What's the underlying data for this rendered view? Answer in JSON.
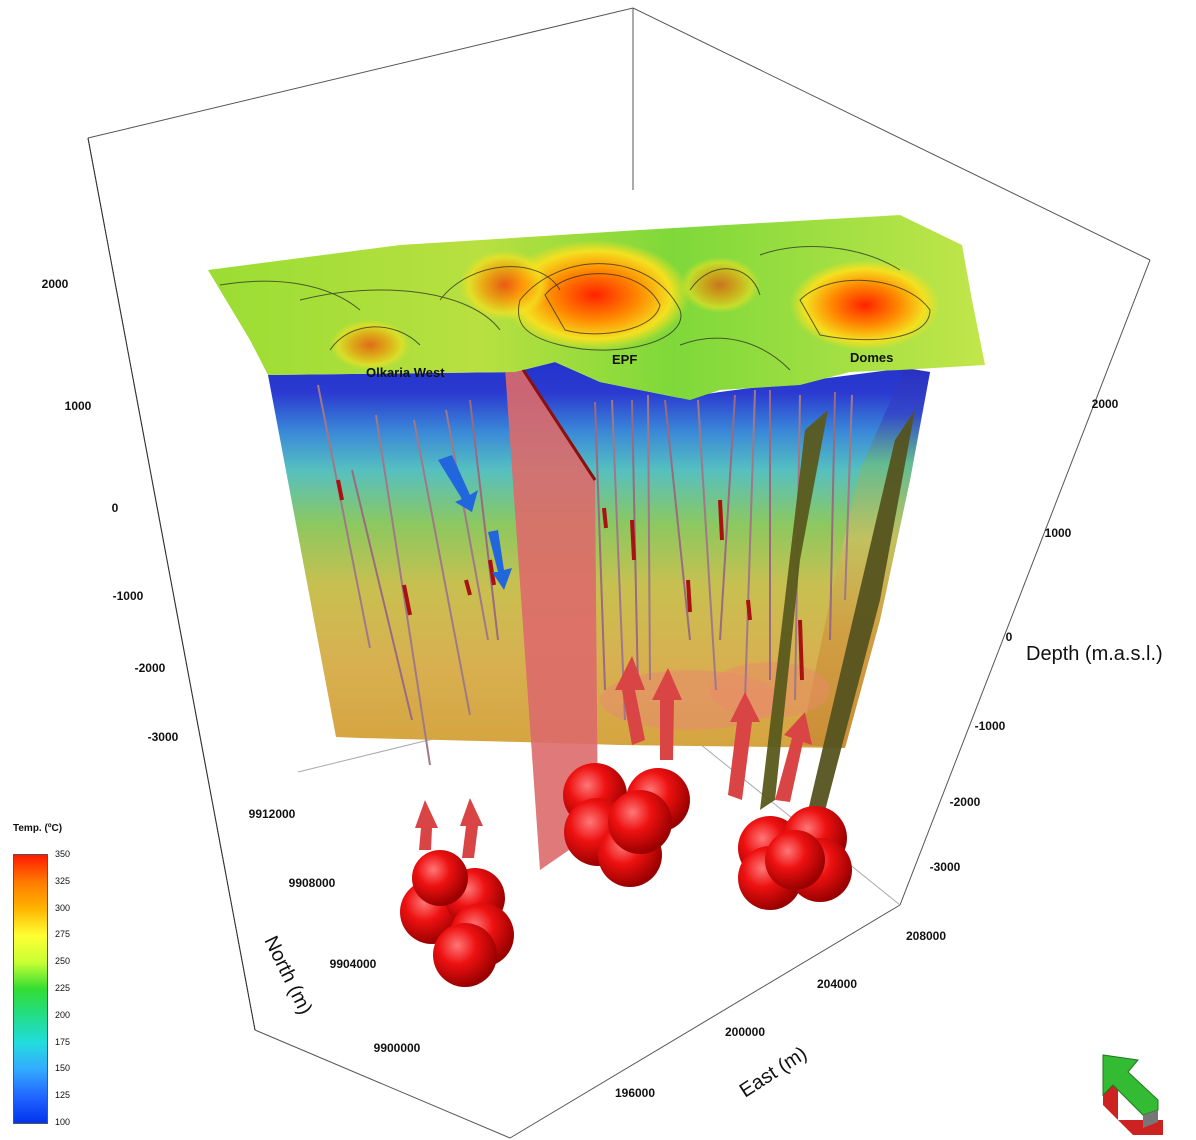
{
  "figure": {
    "axes": {
      "depth_left_ticks": [
        "2000",
        "1000",
        "0",
        "-1000",
        "-2000",
        "-3000"
      ],
      "depth_right_ticks": [
        "2000",
        "1000",
        "0",
        "-1000",
        "-2000",
        "-3000"
      ],
      "depth_title": "Depth (m.a.s.l.)",
      "north_ticks": [
        "9912000",
        "9908000",
        "9904000",
        "9900000"
      ],
      "north_title": "North (m)",
      "east_ticks": [
        "208000",
        "204000",
        "200000",
        "196000"
      ],
      "east_title": "East (m)"
    },
    "field_labels": [
      "Olkaria West",
      "EPF",
      "Domes"
    ],
    "legend": {
      "title": "Temp. (ºC)",
      "ticks": [
        "350",
        "325",
        "300",
        "275",
        "250",
        "225",
        "200",
        "175",
        "150",
        "125",
        "100"
      ]
    },
    "colors": {
      "magma": "#ee1111",
      "arrow": "#d94444",
      "fault_west": "#dd6a6a",
      "fault_east": "#555522",
      "compass_green": "#33bb33",
      "compass_red": "#cc2222"
    }
  }
}
